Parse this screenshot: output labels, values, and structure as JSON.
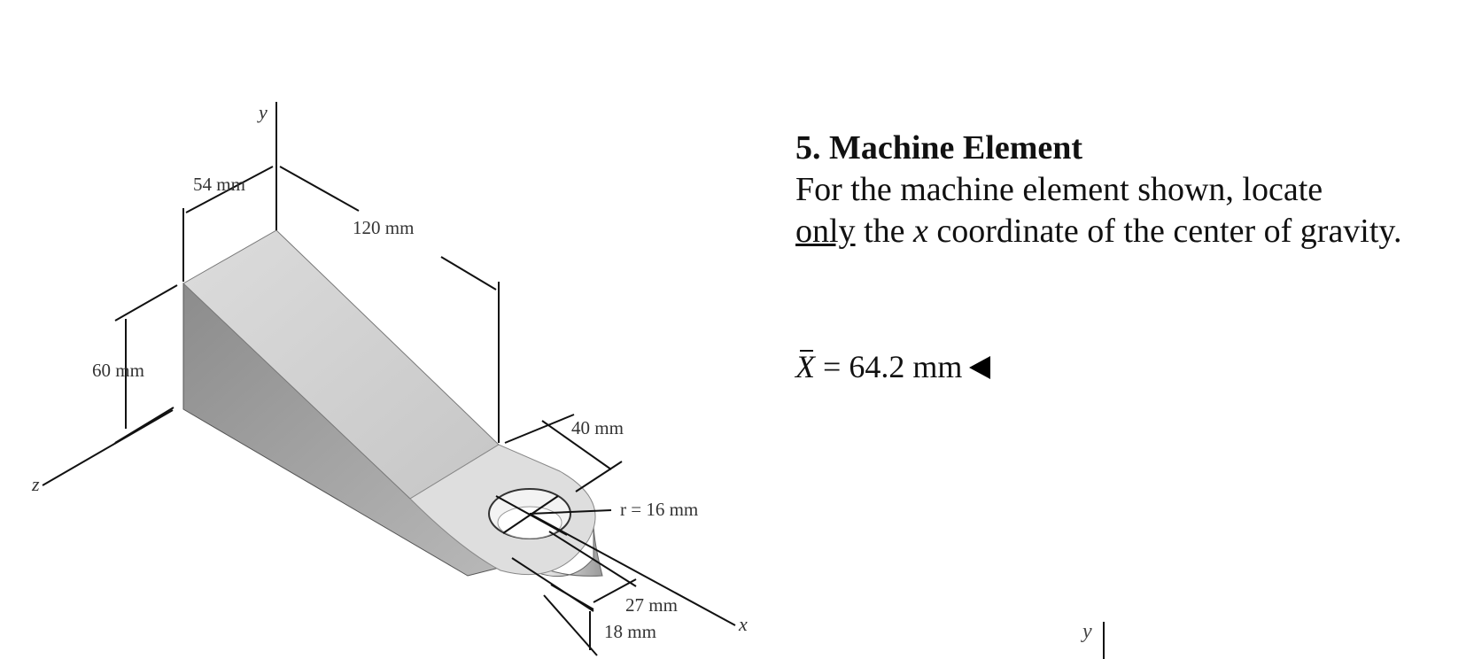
{
  "problem": {
    "title": "5. Machine Element",
    "text_part1": "For the machine element shown, locate",
    "text_only": "only",
    "text_the": " the ",
    "text_x": "x",
    "text_part2": " coordinate of the center of gravity."
  },
  "answer": {
    "symbol": "X",
    "equals": "=",
    "value": "64.2 mm"
  },
  "figure": {
    "dim_width": "54 mm",
    "dim_length": "120 mm",
    "dim_height": "60 mm",
    "dim_lug_length": "40 mm",
    "dim_radius": "r = 16 mm",
    "dim_lug_outer": "27 mm",
    "dim_lug_thickness": "18 mm",
    "axis_x": "x",
    "axis_y": "y",
    "axis_z": "z"
  },
  "corner_axis_label": "y"
}
